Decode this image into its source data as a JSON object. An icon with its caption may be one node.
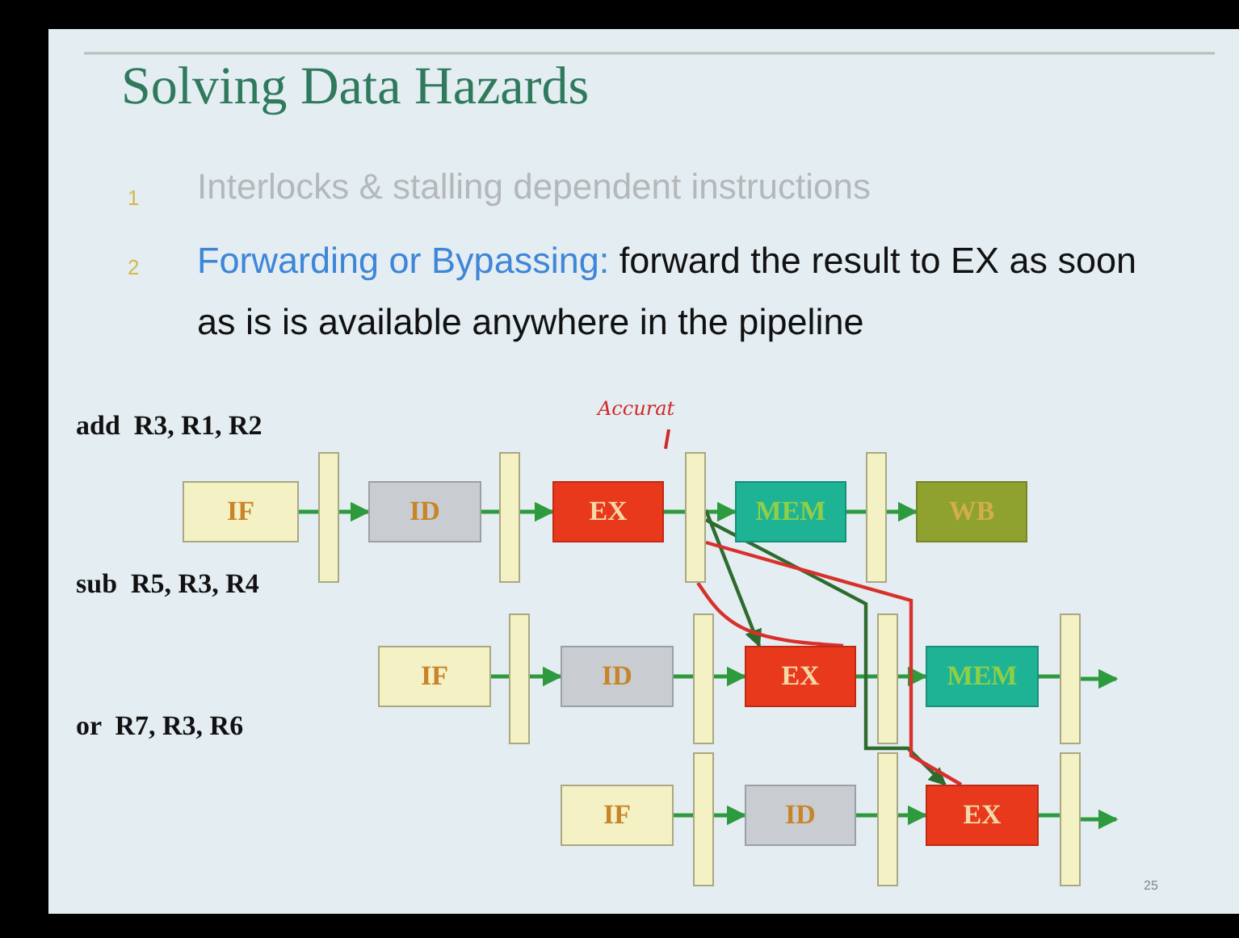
{
  "diagram": {
    "title": "Solving Data Hazards",
    "nodes": [
      {
        "text": [
          "IF"
        ]
      },
      {
        "text": [],
        "shape": "bar"
      },
      {
        "text": [
          "ID"
        ]
      },
      {
        "text": [],
        "shape": "bar"
      },
      {
        "text": [
          "EX"
        ]
      },
      {
        "text": [],
        "shape": "bar"
      },
      {
        "text": [
          "MEM"
        ]
      },
      {
        "text": [],
        "shape": "bar"
      },
      {
        "text": [
          "WB"
        ]
      },
      {
        "text": [
          "IF"
        ]
      },
      {
        "text": [],
        "shape": "bar"
      },
      {
        "text": [
          "ID"
        ]
      },
      {
        "text": [],
        "shape": "bar"
      },
      {
        "text": [
          "EX"
        ]
      },
      {
        "text": [],
        "shape": "bar"
      },
      {
        "text": [
          "MEM"
        ]
      },
      {
        "text": [],
        "shape": "bar"
      },
      {
        "text": [
          "IF"
        ]
      },
      {
        "text": [],
        "shape": "bar"
      },
      {
        "text": [
          "ID"
        ]
      },
      {
        "text": [],
        "shape": "bar"
      },
      {
        "text": [
          "EX"
        ]
      },
      {
        "text": [],
        "shape": "bar"
      }
    ],
    "edges": [
      {
        "from": 0,
        "to": 1,
        "arrow": "none"
      },
      {
        "from": 1,
        "to": 2,
        "arrow": "to"
      },
      {
        "from": 2,
        "to": 3,
        "arrow": "none"
      },
      {
        "from": 3,
        "to": 4,
        "arrow": "to"
      },
      {
        "from": 4,
        "to": 5,
        "arrow": "none"
      },
      {
        "from": 5,
        "to": 6,
        "arrow": "to"
      },
      {
        "from": 6,
        "to": 7,
        "arrow": "none"
      },
      {
        "from": 7,
        "to": 8,
        "arrow": "to"
      },
      {
        "from": 9,
        "to": 10,
        "arrow": "none"
      },
      {
        "from": 10,
        "to": 11,
        "arrow": "to"
      },
      {
        "from": 11,
        "to": 12,
        "arrow": "none"
      },
      {
        "from": 12,
        "to": 13,
        "arrow": "to"
      },
      {
        "from": 13,
        "to": 14,
        "arrow": "none"
      },
      {
        "from": 14,
        "to": 15,
        "arrow": "to"
      },
      {
        "from": 15,
        "to": 16,
        "arrow": "none"
      },
      {
        "from": 16,
        "to": null,
        "arrow": "to"
      },
      {
        "from": 17,
        "to": 18,
        "arrow": "none"
      },
      {
        "from": 18,
        "to": 19,
        "arrow": "to"
      },
      {
        "from": 19,
        "to": 20,
        "arrow": "none"
      },
      {
        "from": 20,
        "to": 21,
        "arrow": "to"
      },
      {
        "from": 21,
        "to": 22,
        "arrow": "none"
      },
      {
        "from": 22,
        "to": null,
        "arrow": "to"
      },
      {
        "from": 5,
        "to": 13,
        "arrow": "to",
        "color": "#2e6b2e"
      },
      {
        "from": 5,
        "to": 21,
        "arrow": "to",
        "color": "#2e6b2e"
      },
      {
        "from": 5,
        "to": 13,
        "arrow": "none",
        "color": "#d9302c"
      },
      {
        "from": 5,
        "to": 21,
        "arrow": "none",
        "color": "#d9302c"
      }
    ],
    "labels": [
      "1",
      "Interlocks & stalling dependent instructions",
      "2",
      "Forwarding or Bypassing:",
      "forward the result to EX as soon as is is available anywhere in the pipeline",
      "add  R3, R1, R2",
      "Accurat",
      "sub  R5, R3, R4",
      "or  R7, R3, R6",
      "25"
    ]
  }
}
